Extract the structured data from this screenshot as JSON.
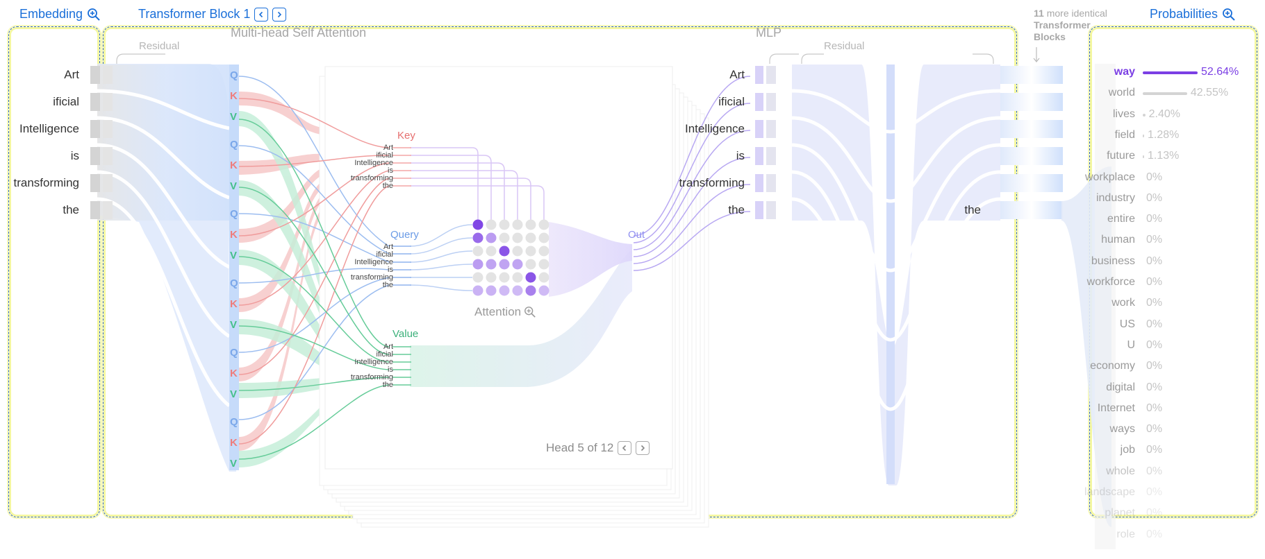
{
  "header": {
    "embedding": "Embedding",
    "block": "Transformer Block 1",
    "more_count": "11",
    "more_text": "more identical",
    "more_text2": "Transformer",
    "more_text3": "Blocks",
    "probabilities": "Probabilities"
  },
  "sections": {
    "attention": "Multi-head Self Attention",
    "mlp": "MLP",
    "residual": "Residual",
    "residual2": "Residual"
  },
  "tokens": [
    "Art",
    "ificial",
    "Intelligence",
    "is",
    "transforming",
    "the"
  ],
  "last_token": "the",
  "qkv": {
    "q": "Q",
    "k": "K",
    "v": "V"
  },
  "head": {
    "key_label": "Key",
    "query_label": "Query",
    "value_label": "Value",
    "out_label": "Out",
    "attention_label": "Attention",
    "head_text": "Head 5 of 12"
  },
  "attention_matrix": [
    [
      0.95,
      0.1,
      0.1,
      0.1,
      0.1,
      0.1
    ],
    [
      0.7,
      0.35,
      0.1,
      0.1,
      0.1,
      0.1
    ],
    [
      0.08,
      0.08,
      0.85,
      0.08,
      0.08,
      0.08
    ],
    [
      0.35,
      0.3,
      0.3,
      0.3,
      0.1,
      0.1
    ],
    [
      0.1,
      0.1,
      0.1,
      0.1,
      0.85,
      0.1
    ],
    [
      0.2,
      0.2,
      0.15,
      0.15,
      0.55,
      0.15
    ]
  ],
  "probabilities": [
    {
      "word": "way",
      "value": "52.64%",
      "p": 0.5264
    },
    {
      "word": "world",
      "value": "42.55%",
      "p": 0.4255
    },
    {
      "word": "lives",
      "value": "2.40%",
      "p": 0.024
    },
    {
      "word": "field",
      "value": "1.28%",
      "p": 0.0128
    },
    {
      "word": "future",
      "value": "1.13%",
      "p": 0.0113
    },
    {
      "word": "workplace",
      "value": "0%",
      "p": 0
    },
    {
      "word": "industry",
      "value": "0%",
      "p": 0
    },
    {
      "word": "entire",
      "value": "0%",
      "p": 0
    },
    {
      "word": "human",
      "value": "0%",
      "p": 0
    },
    {
      "word": "business",
      "value": "0%",
      "p": 0
    },
    {
      "word": "workforce",
      "value": "0%",
      "p": 0
    },
    {
      "word": "work",
      "value": "0%",
      "p": 0
    },
    {
      "word": "US",
      "value": "0%",
      "p": 0
    },
    {
      "word": "U",
      "value": "0%",
      "p": 0
    },
    {
      "word": "economy",
      "value": "0%",
      "p": 0
    },
    {
      "word": "digital",
      "value": "0%",
      "p": 0
    },
    {
      "word": "Internet",
      "value": "0%",
      "p": 0
    },
    {
      "word": "ways",
      "value": "0%",
      "p": 0
    },
    {
      "word": "job",
      "value": "0%",
      "p": 0
    },
    {
      "word": "whole",
      "value": "0%",
      "p": 0
    },
    {
      "word": "landscape",
      "value": "0%",
      "p": 0
    },
    {
      "word": "planet",
      "value": "0%",
      "p": 0
    },
    {
      "word": "role",
      "value": "0%",
      "p": 0
    }
  ],
  "colors": {
    "accent": "#1a6fd9",
    "query": "#7aa7ea",
    "key": "#ee7d7d",
    "value": "#45c08a",
    "attention": "#7b3fe4",
    "mlp": "#c9cdf7"
  }
}
